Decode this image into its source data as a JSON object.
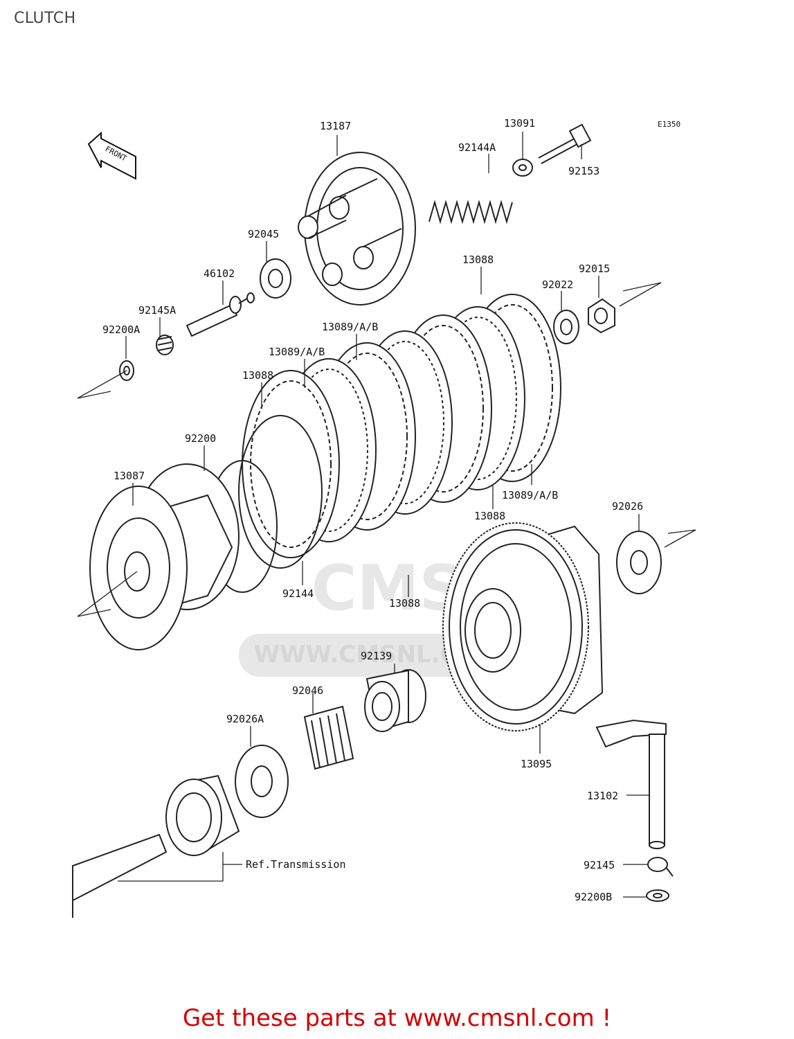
{
  "header": {
    "title": "CLUTCH"
  },
  "diagram": {
    "code": "E1350",
    "front_indicator": "FRONT",
    "watermark": {
      "logo": "CMS",
      "url": "WWW.CMSNL.COM"
    },
    "callouts": {
      "p13187": "13187",
      "p13091": "13091",
      "p92144A": "92144A",
      "p92153": "92153",
      "p92045": "92045",
      "p46102": "46102",
      "p92145A": "92145A",
      "p92200A": "92200A",
      "p13088_top": "13088",
      "p92022": "92022",
      "p92015": "92015",
      "p13089_1": "13089/A/B",
      "p13089_2": "13089/A/B",
      "p13088_left": "13088",
      "p92200": "92200",
      "p13087": "13087",
      "p13089_3": "13089/A/B",
      "p13088_mid": "13088",
      "p92026": "92026",
      "p13088_low": "13088",
      "p92144": "92144",
      "p92139": "92139",
      "p92046": "92046",
      "p92026A": "92026A",
      "p13095": "13095",
      "p13102": "13102",
      "ref_transmission": "Ref.Transmission",
      "p92145": "92145",
      "p92200B": "92200B"
    }
  },
  "footer": {
    "text": "Get these parts at www.cmsnl.com !"
  }
}
